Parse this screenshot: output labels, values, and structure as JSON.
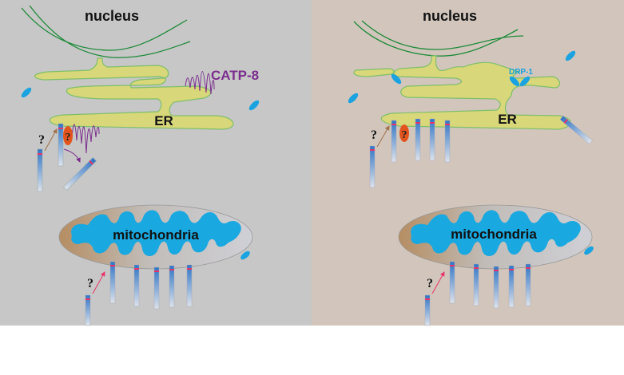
{
  "panels": [
    {
      "id": "left",
      "background": "#c6c7c6",
      "labels": {
        "nucleus": "nucleus",
        "er": "ER",
        "mitochondria": "mitochondria",
        "protein": "CATP-8",
        "question": "?"
      },
      "protein_color": "#7b2d8e"
    },
    {
      "id": "right",
      "background": "#d2c6bc",
      "labels": {
        "nucleus": "nucleus",
        "er": "ER",
        "mitochondria": "mitochondria",
        "protein": "DRP-1",
        "question": "?"
      },
      "protein_color": "#1aa3e0"
    }
  ],
  "colors": {
    "er_fill": "#d8d77a",
    "er_stroke": "#7fbf6a",
    "nuclear_envelope": "#1e8a3a",
    "mito_matrix": "#1aa8e0",
    "mito_outer_start": "#b8926a",
    "mito_outer_end": "#c8c8cc",
    "chaperone": "#e2541e",
    "ta_protein": "#3a78c0",
    "ta_marker": "#e8336a",
    "arrow_er": "#a0704a",
    "arrow_mito": "#e8336a"
  }
}
